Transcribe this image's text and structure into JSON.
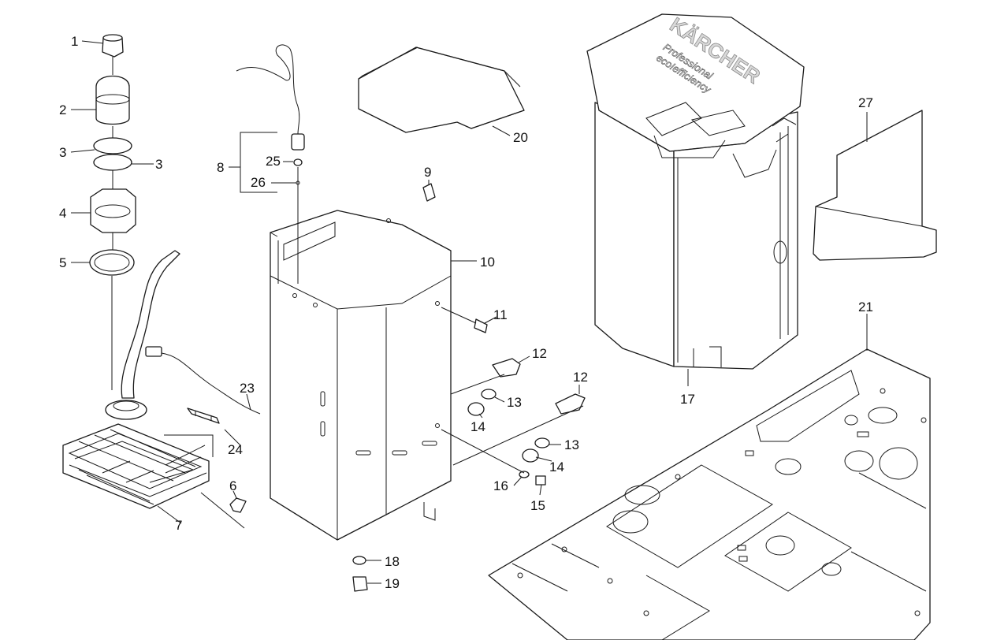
{
  "diagram": {
    "labels": [
      "1",
      "2",
      "3",
      "4",
      "5",
      "6",
      "7",
      "8",
      "9",
      "10",
      "11",
      "12",
      "13",
      "14",
      "15",
      "16",
      "17",
      "18",
      "19",
      "20",
      "21",
      "23",
      "24",
      "25",
      "26",
      "27"
    ],
    "logo": {
      "brand": "KÄRCHER",
      "line1": "Professional",
      "line2": "eco!efficiency"
    }
  }
}
